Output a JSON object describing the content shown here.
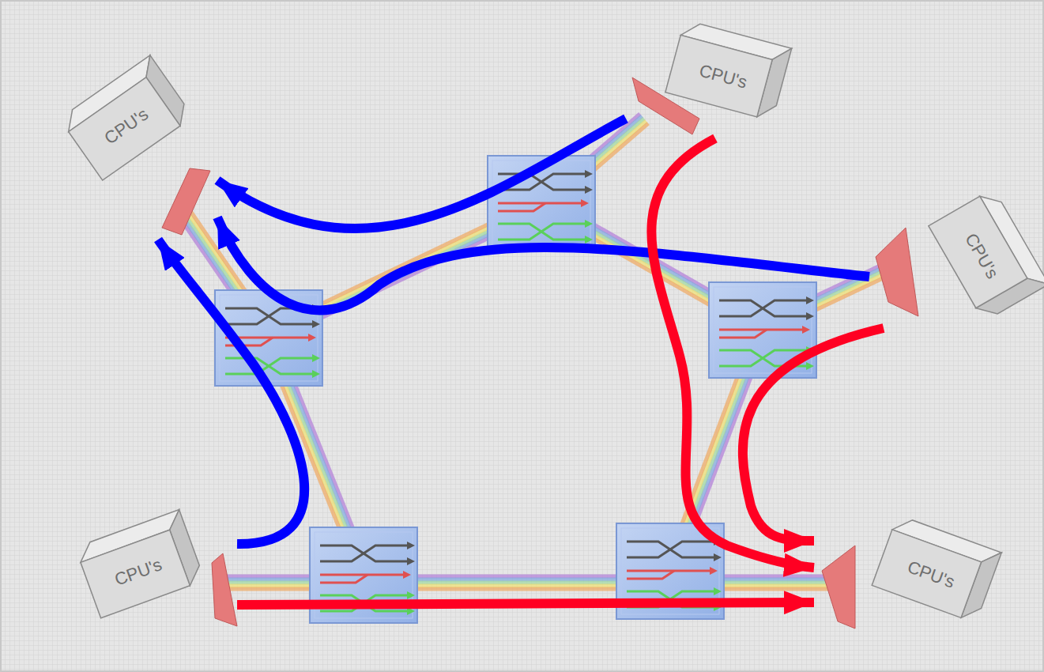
{
  "diagram": {
    "nodes": [
      {
        "text": [
          "CPU's"
        ]
      },
      {
        "text": [
          "CPU's"
        ]
      },
      {
        "text": [
          "CPU's"
        ]
      },
      {
        "text": [
          "CPU's"
        ]
      },
      {
        "text": [
          "CPU's"
        ]
      }
    ],
    "edges": [
      {
        "from": 1,
        "to": 0,
        "arrow": "to"
      },
      {
        "from": 2,
        "to": 0,
        "arrow": "to"
      },
      {
        "from": 3,
        "to": 0,
        "arrow": "to"
      },
      {
        "from": 1,
        "to": 4,
        "arrow": "to"
      },
      {
        "from": 2,
        "to": 4,
        "arrow": "to"
      },
      {
        "from": 3,
        "to": 4,
        "arrow": "to"
      }
    ]
  }
}
